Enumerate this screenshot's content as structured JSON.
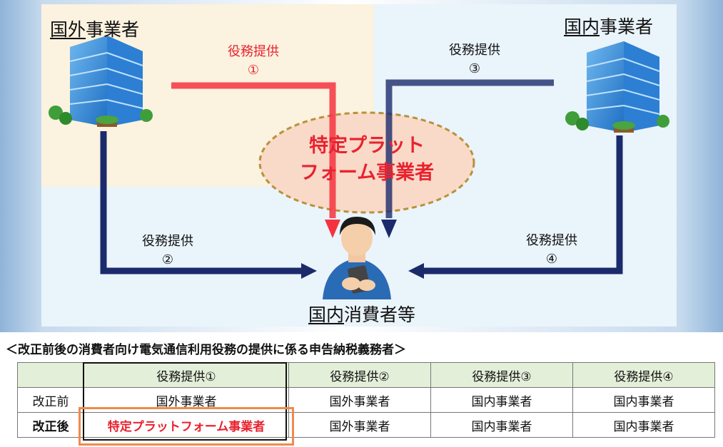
{
  "diagram": {
    "foreign_business": {
      "underlined": "国外",
      "rest": "事業者"
    },
    "domestic_business": {
      "underlined": "国内",
      "rest": "事業者"
    },
    "consumer": {
      "underlined": "国内",
      "rest": "消費者等"
    },
    "platform": {
      "line1": "特定プラット",
      "line2": "フォーム事業者"
    },
    "services": [
      {
        "label": "役務提供",
        "num": "①",
        "color": "#e8232f"
      },
      {
        "label": "役務提供",
        "num": "②",
        "color": "#111111"
      },
      {
        "label": "役務提供",
        "num": "③",
        "color": "#111111"
      },
      {
        "label": "役務提供",
        "num": "④",
        "color": "#111111"
      }
    ],
    "colors": {
      "red_arrow": "#f5333f",
      "navy_arrow": "#1b2a6b",
      "ellipse_fill": "#f9d9c8",
      "ellipse_border": "#b8923a",
      "foreign_zone": "#fbf2df",
      "panel": "#eaf4fb"
    },
    "icons": [
      "office-building-icon",
      "consumer-person-icon"
    ]
  },
  "table": {
    "caption": "＜改正前後の消費者向け電気通信利用役務の提供に係る申告納税義務者＞",
    "headers": [
      "",
      "役務提供①",
      "役務提供②",
      "役務提供③",
      "役務提供④"
    ],
    "rows": [
      {
        "label": "改正前",
        "cells": [
          "国外事業者",
          "国外事業者",
          "国内事業者",
          "国内事業者"
        ]
      },
      {
        "label": "改正後",
        "cells": [
          "特定プラットフォーム事業者",
          "国外事業者",
          "国内事業者",
          "国内事業者"
        ]
      }
    ],
    "header_bg": "#e4efda",
    "highlight_color": "#f08a4b"
  }
}
